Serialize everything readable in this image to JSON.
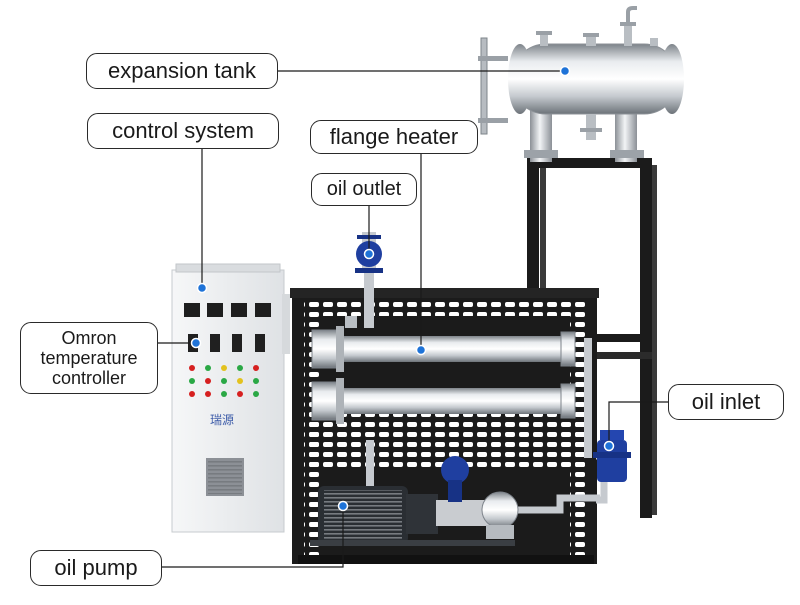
{
  "labels": {
    "expansion_tank": "expansion tank",
    "control_system": "control system",
    "flange_heater": "flange heater",
    "oil_outlet": "oil outlet",
    "omron_temp_controller": "Omron\ntemperature\ncontroller",
    "oil_inlet": "oil inlet",
    "oil_pump": "oil pump"
  },
  "cabinet_brand": "瑞源",
  "colors": {
    "leader_line": "#1a1a1a",
    "marker_dot": "#1e73d8",
    "frame": "#1b1b1b",
    "steel": "#c9ccd0",
    "cabinet": "#eceeef",
    "valve_blue": "#1f3fa0",
    "light_red": "#d62020",
    "light_green": "#2aa845",
    "light_yellow": "#e3c21e"
  }
}
